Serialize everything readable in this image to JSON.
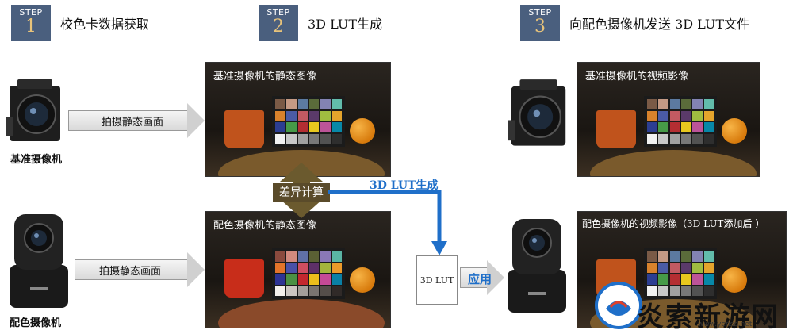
{
  "steps": [
    {
      "badge": "STEP",
      "num": "1",
      "title": "校色卡数据获取"
    },
    {
      "badge": "STEP",
      "num": "2",
      "title": "3D LUT生成"
    },
    {
      "badge": "STEP",
      "num": "3",
      "title": "向配色摄像机发送 3D LUT文件"
    }
  ],
  "cameras": {
    "ref_label": "基准摄像机",
    "match_label": "配色摄像机"
  },
  "arrows": {
    "capture_top": "拍摄静态画面",
    "capture_bottom": "拍摄静态画面"
  },
  "photos": {
    "ref_still": "基准摄像机的静态图像",
    "match_still": "配色摄像机的静态图像",
    "ref_video": "基准摄像机的视频影像",
    "match_video": "配色摄像机的视频影像（3D LUT添加后 ）"
  },
  "process": {
    "diff": "差异计算",
    "lut_gen": "3D LUT生成",
    "doc": "3D LUT",
    "apply": "应用"
  },
  "watermark": {
    "text": "炎索新游网",
    "url": "www.yenso.net"
  },
  "colors": {
    "step_badge": "#4a5f7e",
    "accent_blue": "#1f6fc9",
    "diff_brown": "#6b5a2e"
  }
}
